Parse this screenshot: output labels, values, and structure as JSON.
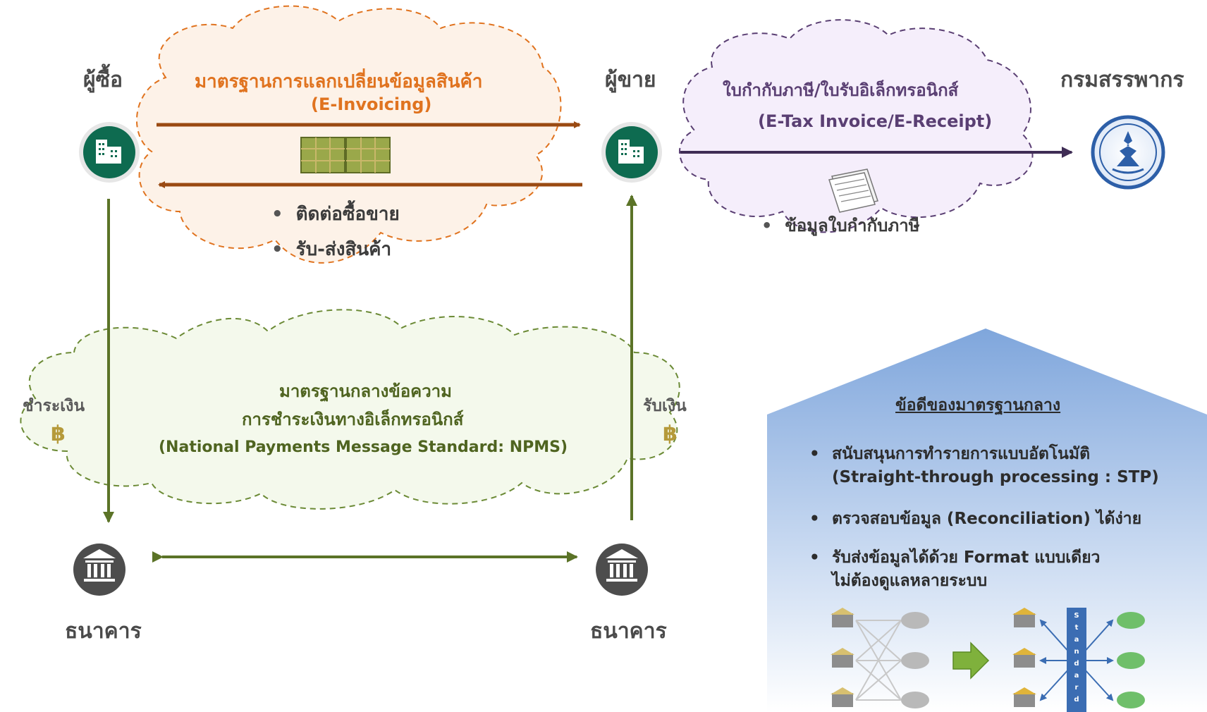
{
  "actors": {
    "buyer": "ผู้ซื้อ",
    "seller": "ผู้ขาย",
    "revenue_dept": "กรมสรรพากร",
    "bank_left": "ธนาคาร",
    "bank_right": "ธนาคาร"
  },
  "einvoicing": {
    "title_th": "มาตรฐานการแลกเปลี่ยนข้อมูลสินค้า",
    "title_en": "(E-Invoicing)",
    "bullets": [
      "ติดต่อซื้อขาย",
      "รับ-ส่งสินค้า"
    ]
  },
  "etax": {
    "title_th": "ใบกำกับภาษี/ใบรับอิเล็กทรอนิกส์",
    "title_en": "(E-Tax Invoice/E-Receipt)",
    "bullets": [
      "ข้อมูลใบกำกับภาษี"
    ]
  },
  "npms": {
    "line1": "มาตรฐานกลางข้อความ",
    "line2": "การชำระเงินทางอิเล็กทรอนิกส์",
    "line3": "(National Payments Message Standard: NPMS)"
  },
  "payment": {
    "pay_label": "ชำระเงิน",
    "receive_label": "รับเงิน",
    "currency_symbol": "฿"
  },
  "advantages": {
    "title": "ข้อดีของมาตรฐานกลาง",
    "items": [
      {
        "line1": "สนับสนุนการทำรายการแบบอัตโนมัติ",
        "line2": "(Straight-through processing : STP)"
      },
      {
        "line1": "ตรวจสอบข้อมูล (Reconciliation) ได้ง่าย",
        "line2": ""
      },
      {
        "line1": "รับส่งข้อมูลได้ด้วย Format แบบเดียว",
        "line2": "ไม่ต้องดูแลหลายระบบ"
      }
    ],
    "standard_letters": [
      "S",
      "t",
      "a",
      "n",
      "d",
      "a",
      "r",
      "d"
    ]
  },
  "colors": {
    "brown_arrow": "#9a4a12",
    "purple_arrow": "#3f2d55",
    "green_arrow": "#5b7327",
    "orange_cloud": "#e0731f",
    "purple_cloud": "#5a3f73",
    "green_cloud": "#6b8a35",
    "company_icon": "#0e6b50",
    "bank_icon": "#4d4d4d"
  }
}
